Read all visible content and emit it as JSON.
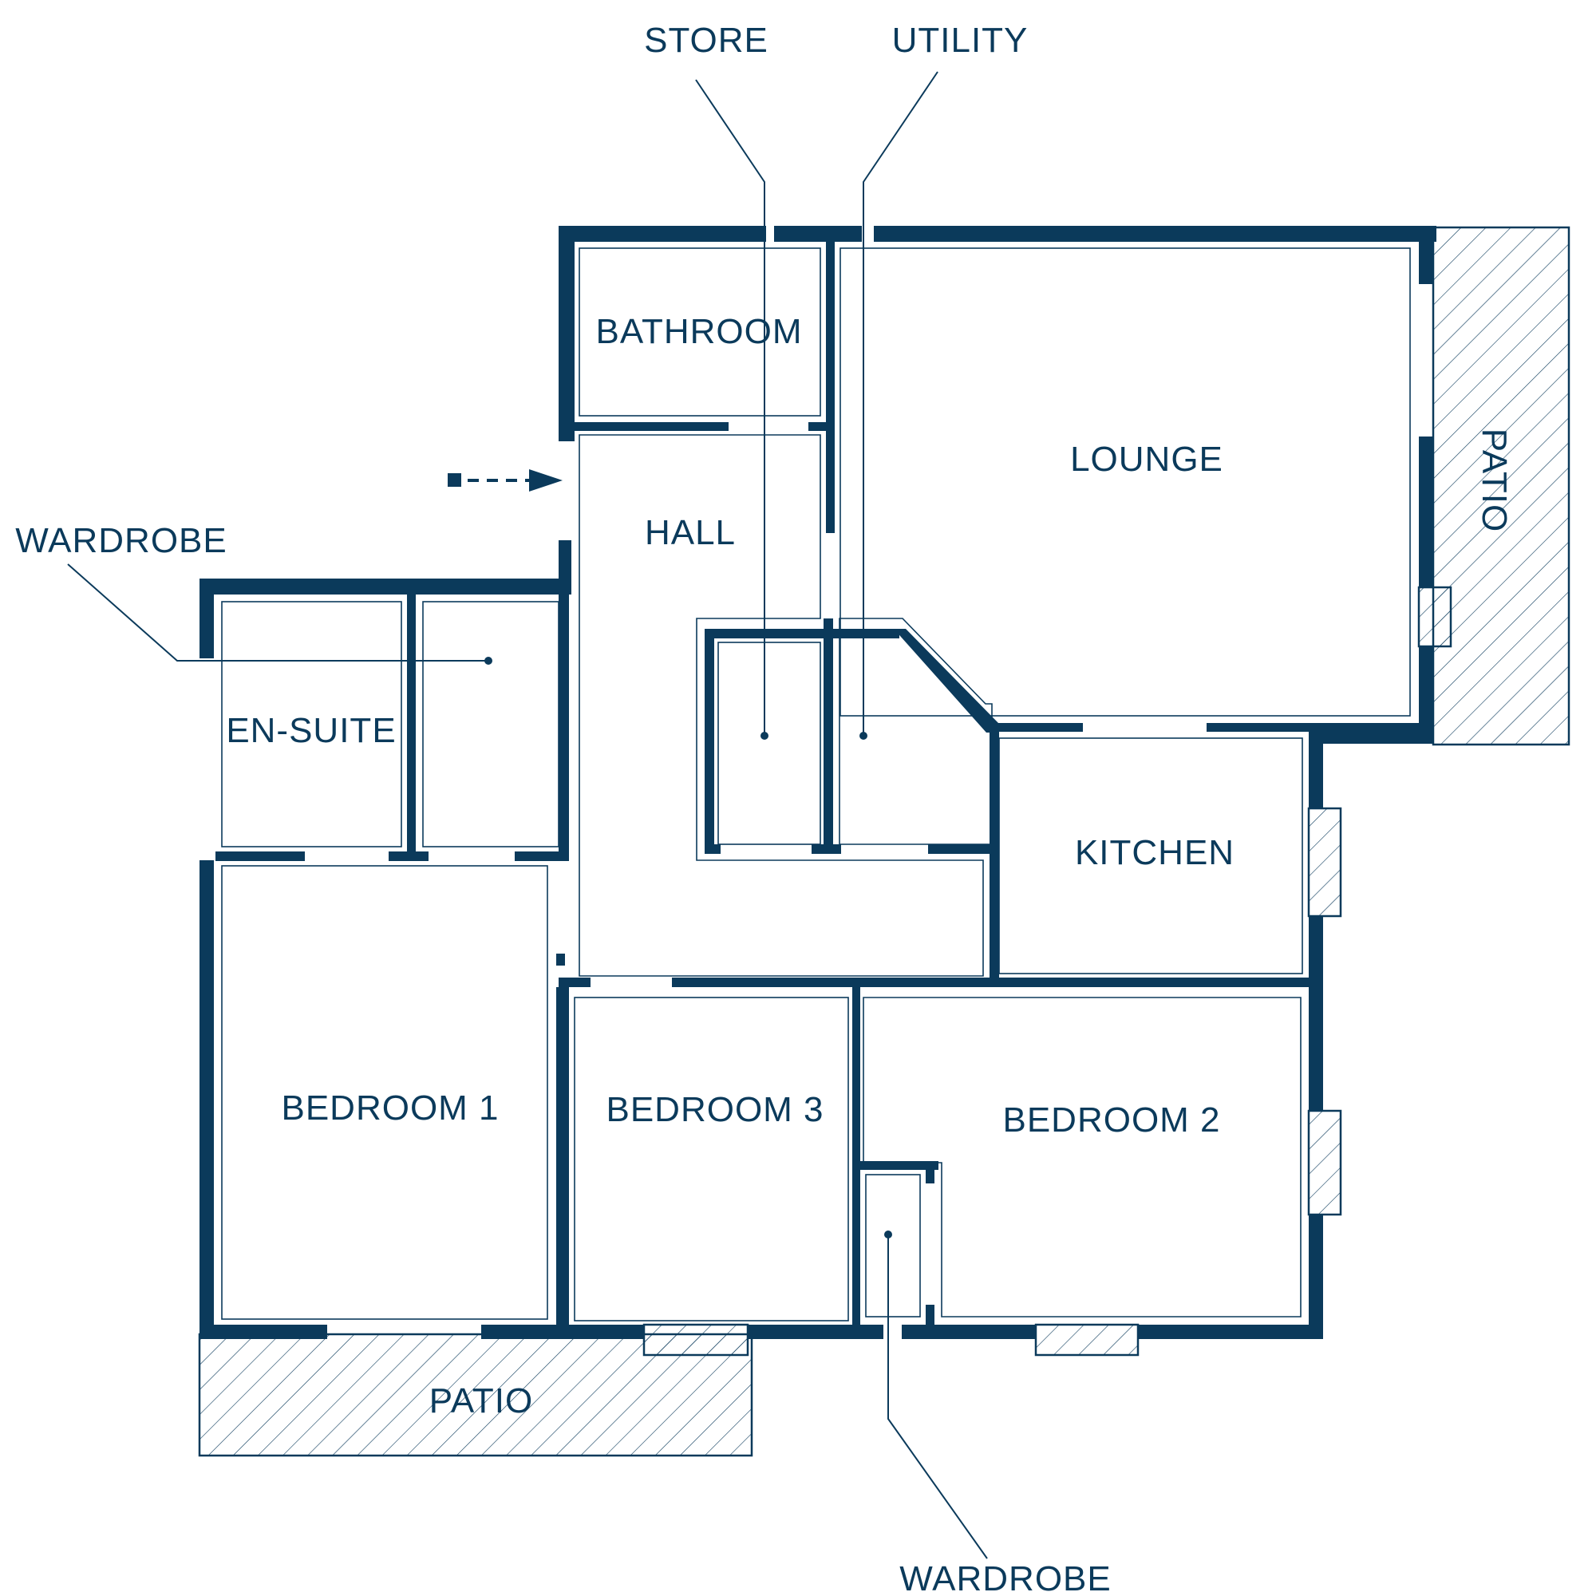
{
  "labels": {
    "store": "STORE",
    "utility": "UTILITY",
    "bathroom": "BATHROOM",
    "lounge": "LOUNGE",
    "hall": "HALL",
    "patio_right": "PATIO",
    "wardrobe_top": "WARDROBE",
    "en_suite": "EN-SUITE",
    "kitchen": "KITCHEN",
    "bedroom_1": "BEDROOM 1",
    "bedroom_3": "BEDROOM 3",
    "bedroom_2": "BEDROOM 2",
    "patio_bottom": "PATIO",
    "wardrobe_bottom": "WARDROBE"
  },
  "colors": {
    "wall": "#0b3a5b",
    "background": "#ffffff"
  }
}
